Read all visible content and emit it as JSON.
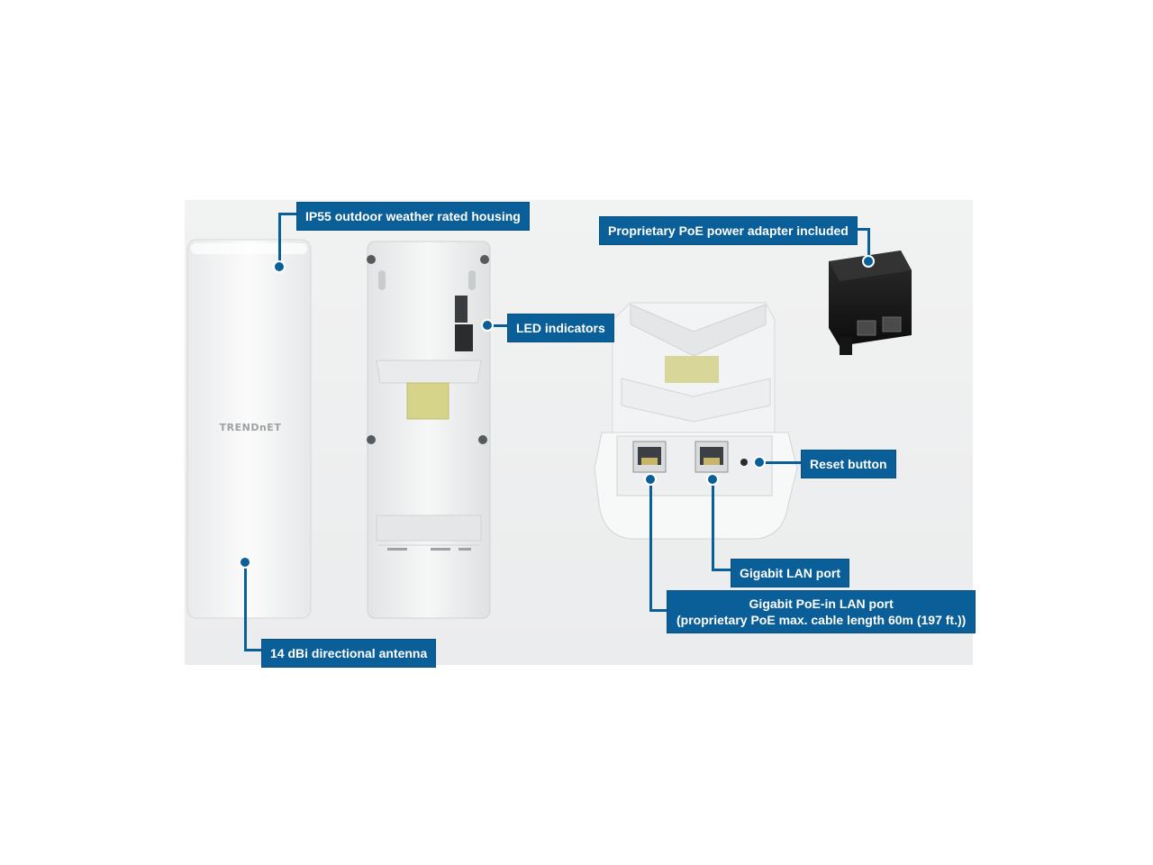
{
  "brand": {
    "logo_text": "TRENDnET"
  },
  "callouts": {
    "housing": "IP55 outdoor weather rated housing",
    "led": "LED indicators",
    "antenna": "14 dBi directional antenna",
    "poe_adapter": "Proprietary PoE power adapter included",
    "reset": "Reset button",
    "lan_port": "Gigabit LAN port",
    "poe_port_line1": "Gigabit PoE-in LAN port",
    "poe_port_line2": "(proprietary PoE max. cable length 60m (197 ft.))"
  },
  "colors": {
    "callout_blue": "#0a5f98",
    "device_white": "#f7f8f8",
    "adapter_black": "#1a1a1a"
  }
}
